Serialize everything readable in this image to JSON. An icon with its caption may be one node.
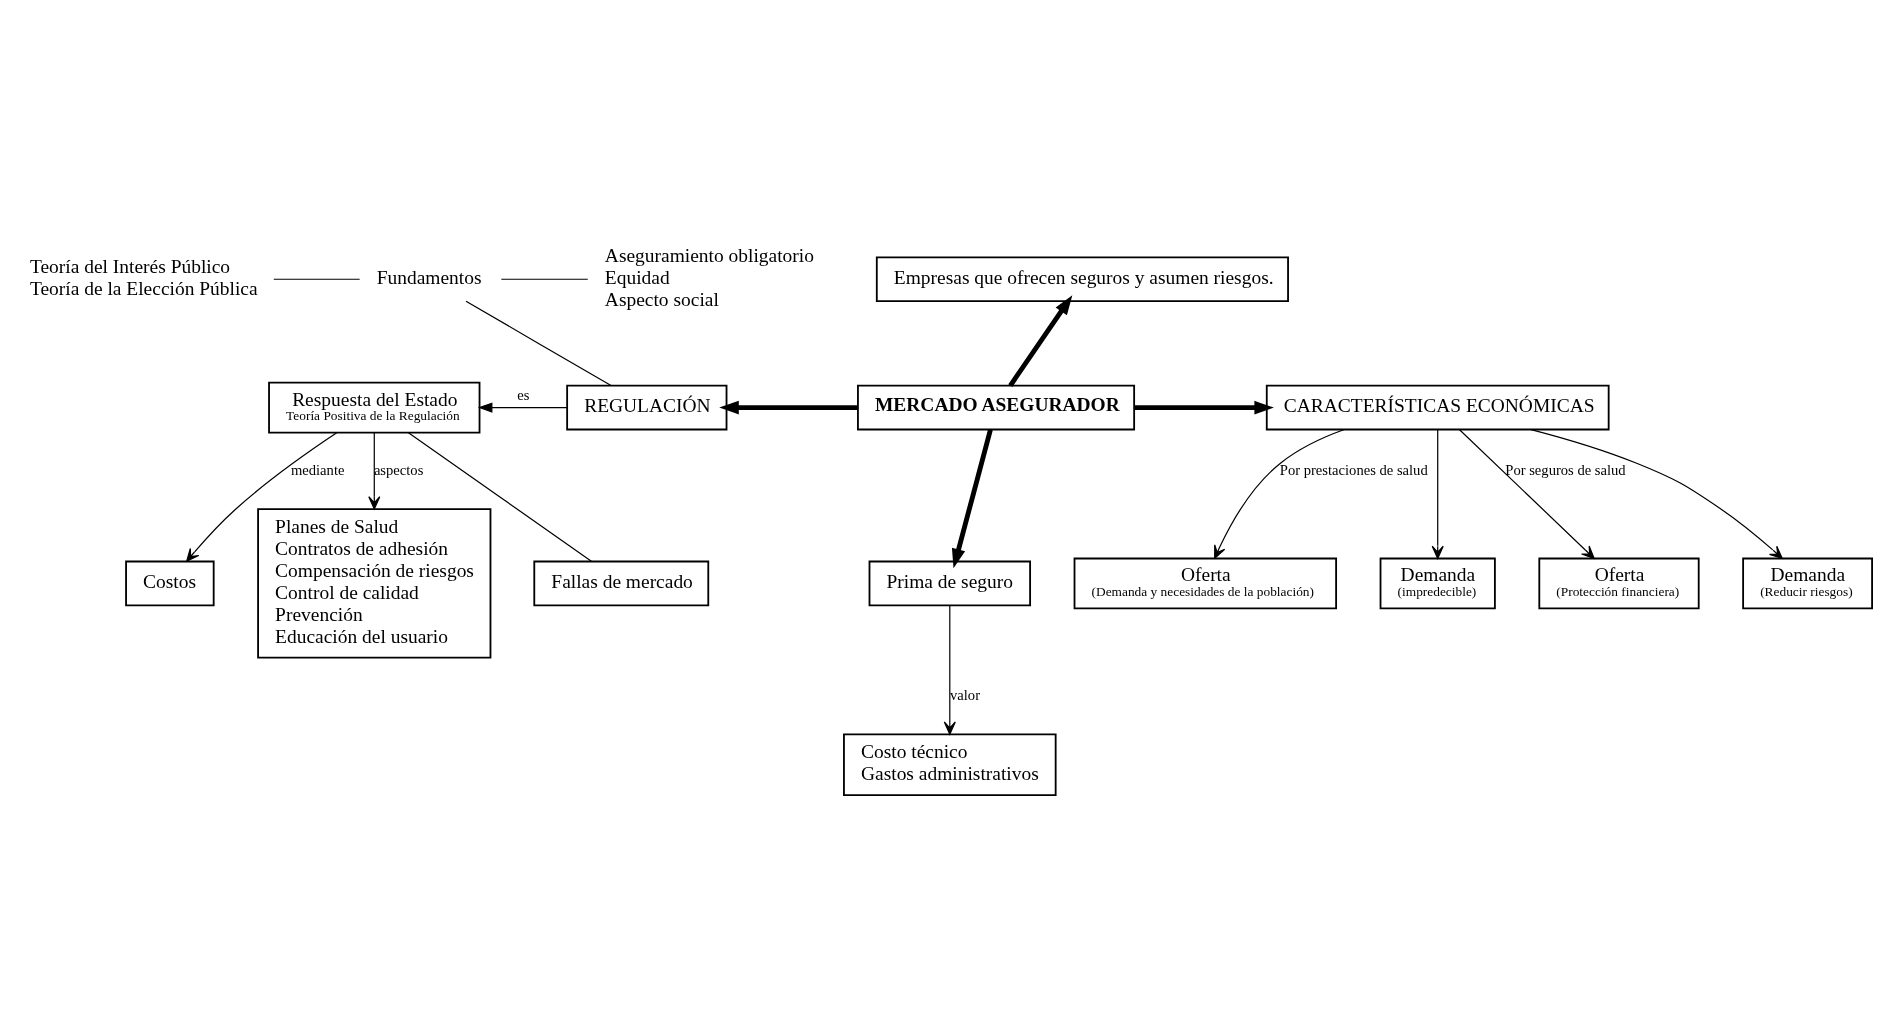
{
  "diagram": {
    "nodes": [
      {
        "text": [
          "Teoría del Interés Público",
          "Teoría de la Elección Pública"
        ]
      },
      {
        "text": [
          "Fundamentos"
        ]
      },
      {
        "text": [
          "Aseguramiento obligatorio",
          "Equidad",
          "Aspecto social"
        ]
      },
      {
        "text": [
          "Empresas que ofrecen seguros y asumen riesgos."
        ]
      },
      {
        "text": [
          "Respuesta del Estado",
          "Teoría Positiva de la Regulación"
        ]
      },
      {
        "text": [
          "REGULACIÓN"
        ]
      },
      {
        "text": [
          "MERCADO ASEGURADOR"
        ]
      },
      {
        "text": [
          "CARACTERÍSTICAS ECONÓMICAS"
        ]
      },
      {
        "text": [
          "Oferta",
          "(Demanda y necesidades de la población)"
        ]
      },
      {
        "text": [
          "Demanda",
          "(impredecible)"
        ]
      },
      {
        "text": [
          "Costos"
        ]
      },
      {
        "text": [
          "Prima de seguro"
        ]
      },
      {
        "text": [
          "Planes de Salud",
          "Contratos de adhesión",
          "Compensación de riesgos",
          "Control de calidad",
          "Prevención",
          "Educación del usuario"
        ]
      },
      {
        "text": [
          "Oferta",
          "(Protección financiera)"
        ]
      },
      {
        "text": [
          "Costo técnico",
          "Gastos administrativos"
        ]
      },
      {
        "text": [
          "Demanda",
          "(Reducir riesgos)"
        ]
      },
      {
        "text": [
          "Fallas de mercado"
        ]
      }
    ],
    "edges": [
      {
        "from": 0,
        "to": 1,
        "arrow": "none"
      },
      {
        "from": 1,
        "to": 2,
        "arrow": "none"
      },
      {
        "from": 1,
        "to": 5,
        "arrow": "none"
      },
      {
        "from": 6,
        "to": 3,
        "arrow": "to",
        "style": "thick"
      },
      {
        "from": 6,
        "to": 5,
        "arrow": "to",
        "style": "thick"
      },
      {
        "from": 6,
        "to": 7,
        "arrow": "to",
        "style": "thick"
      },
      {
        "from": 6,
        "to": 11,
        "arrow": "to",
        "style": "thick"
      },
      {
        "from": 5,
        "to": 4,
        "arrow": "to",
        "label": "es"
      },
      {
        "from": 4,
        "to": 10,
        "arrow": "to",
        "label": "mediante"
      },
      {
        "from": 4,
        "to": 12,
        "arrow": "to",
        "label": "aspectos"
      },
      {
        "from": 4,
        "to": 16,
        "arrow": "none"
      },
      {
        "from": 11,
        "to": 14,
        "arrow": "to",
        "label": "valor"
      },
      {
        "from": 7,
        "to": 8,
        "arrow": "to",
        "label": "Por prestaciones de salud"
      },
      {
        "from": 7,
        "to": 9,
        "arrow": "to"
      },
      {
        "from": 7,
        "to": 13,
        "arrow": "to",
        "label": "Por seguros de salud"
      },
      {
        "from": 7,
        "to": 15,
        "arrow": "to"
      }
    ]
  }
}
